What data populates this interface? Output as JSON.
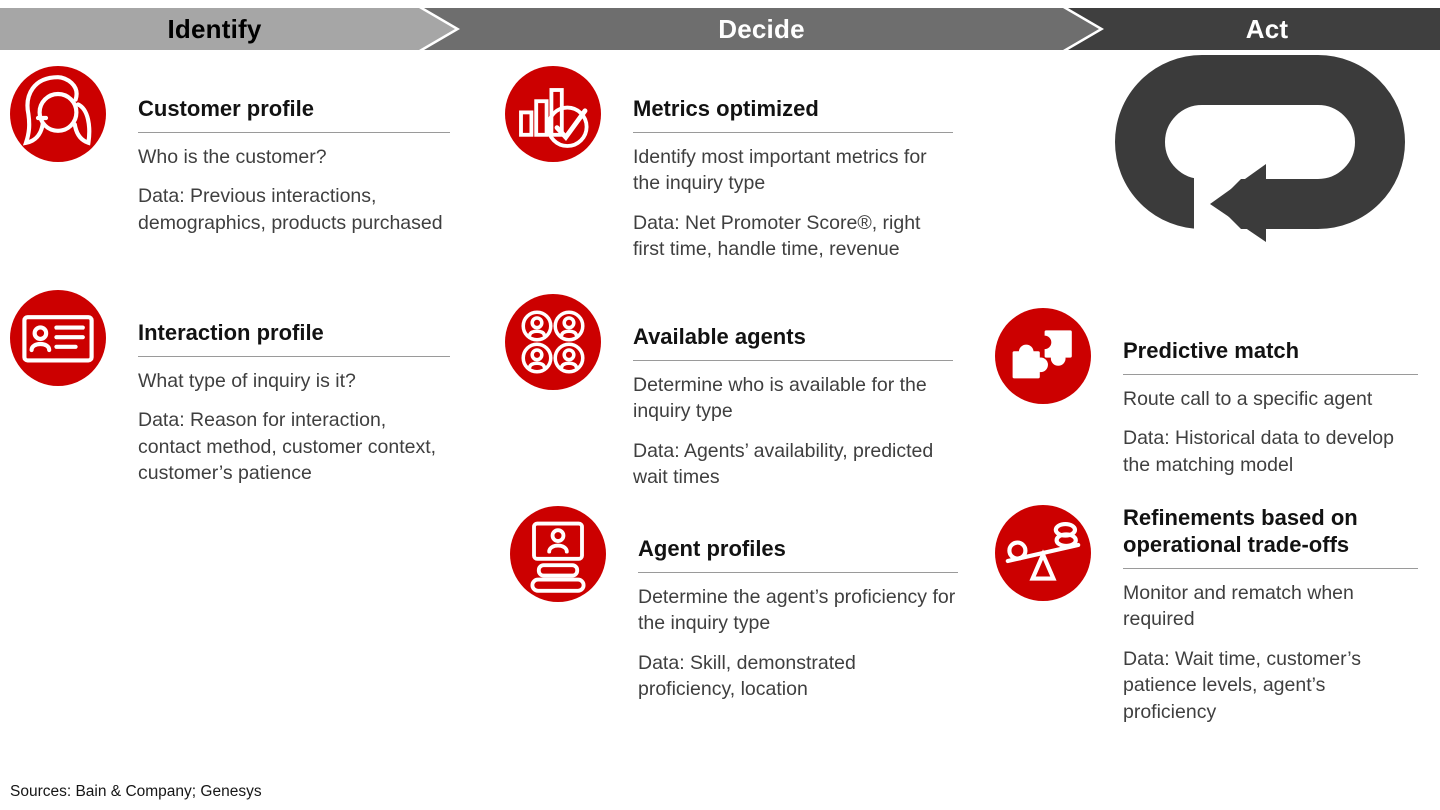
{
  "stages": [
    {
      "label": "Identify",
      "color": "#a6a6a6",
      "text_color": "#000000"
    },
    {
      "label": "Decide",
      "color": "#6e6e6e",
      "text_color": "#ffffff"
    },
    {
      "label": "Act",
      "color": "#3f3f3f",
      "text_color": "#ffffff"
    }
  ],
  "accent_color": "#cc0000",
  "loop_color": "#3b3b3b",
  "columns": [
    {
      "stage": "Identify",
      "items": [
        {
          "icon": "customer-face-icon",
          "title": "Customer profile",
          "desc": "Who is the customer?",
          "data": "Data: Previous interactions, demographics, products purchased"
        },
        {
          "icon": "id-card-icon",
          "title": "Interaction profile",
          "desc": "What type of inquiry is it?",
          "data": "Data: Reason for interaction, contact method, customer context, customer’s patience"
        }
      ]
    },
    {
      "stage": "Decide",
      "items": [
        {
          "icon": "metrics-check-icon",
          "title": "Metrics optimized",
          "desc": "Identify most important metrics for the inquiry type",
          "data": "Data: Net Promoter Score®, right first time, handle time, revenue"
        },
        {
          "icon": "agents-group-icon",
          "title": "Available agents",
          "desc": "Determine who is available for the inquiry type",
          "data": "Data: Agents’ availability, predicted wait times"
        },
        {
          "icon": "agent-laptop-icon",
          "title": "Agent profiles",
          "desc": "Determine the agent’s proficiency for the inquiry type",
          "data": "Data: Skill, demonstrated proficiency, location"
        }
      ]
    },
    {
      "stage": "Act",
      "items": [
        {
          "icon": "puzzle-icon",
          "title": "Predictive match",
          "desc": "Route call to a specific agent",
          "data": "Data: Historical data to develop the matching model"
        },
        {
          "icon": "balance-icon",
          "title": "Refinements based on operational trade-offs",
          "desc": "Monitor and rematch when required",
          "data": "Data: Wait time, customer’s patience levels, agent’s proficiency"
        }
      ]
    }
  ],
  "source": "Sources: Bain & Company; Genesys"
}
